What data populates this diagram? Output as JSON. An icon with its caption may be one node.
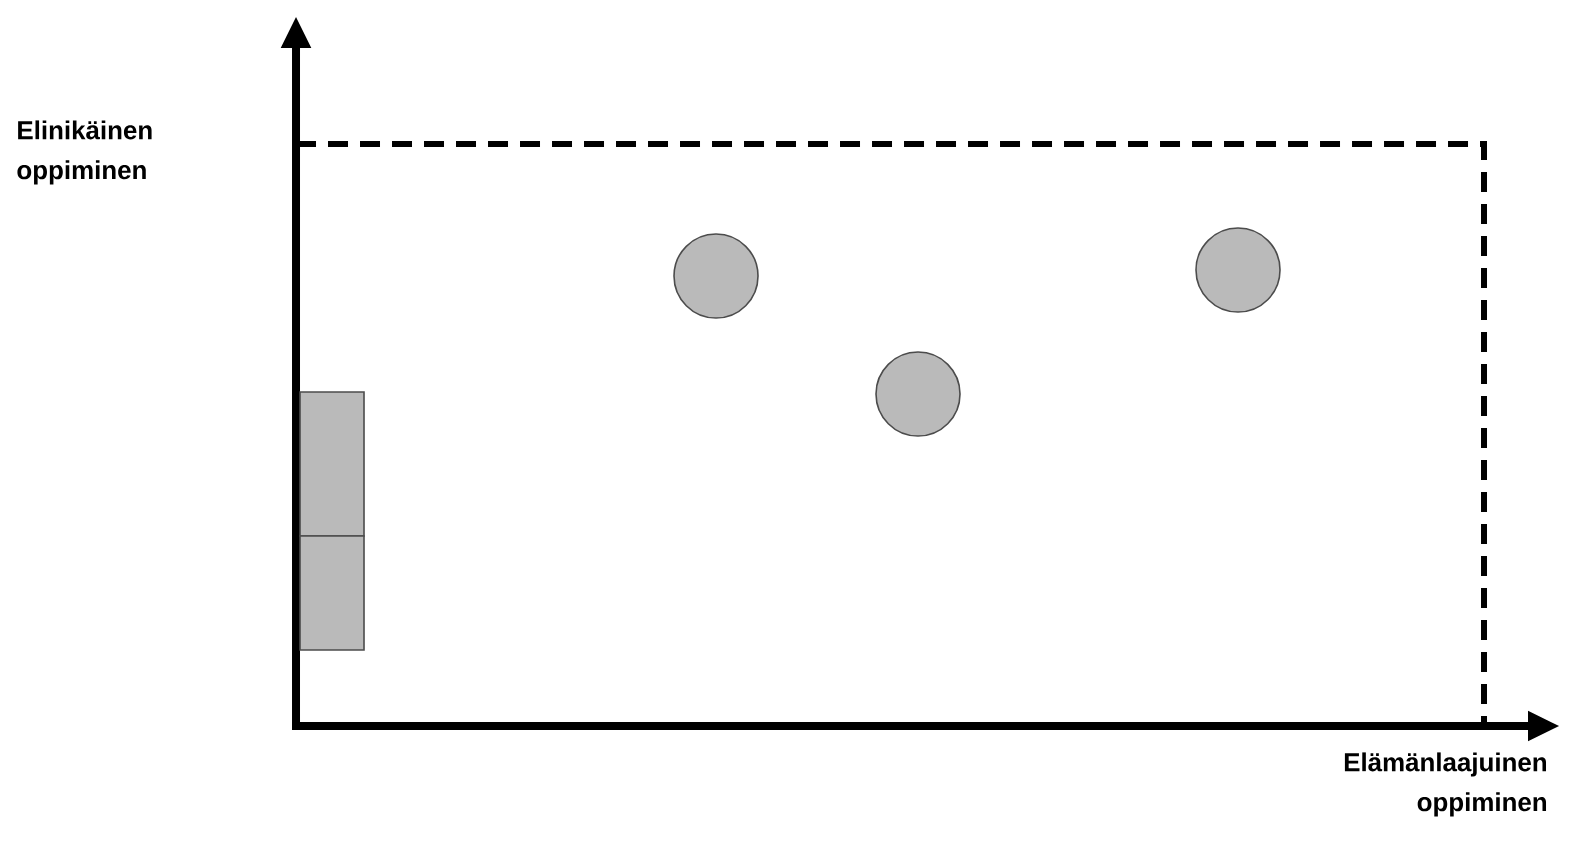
{
  "diagram": {
    "nodes": [
      {
        "text": [],
        "shape": "box"
      },
      {
        "text": [],
        "shape": "box"
      },
      {
        "text": [],
        "shape": "circle"
      },
      {
        "text": [],
        "shape": "circle"
      },
      {
        "text": [],
        "shape": "circle"
      }
    ],
    "labels": [
      "Elinikäinen oppiminen",
      "Elämänlaajuinen oppiminen"
    ]
  }
}
